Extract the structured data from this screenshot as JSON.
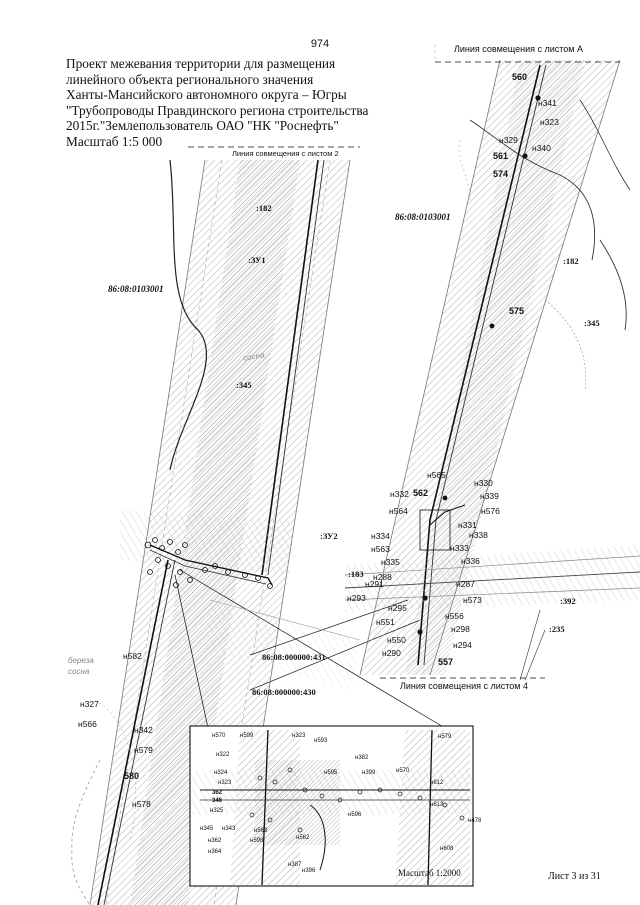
{
  "page_number": "974",
  "title_lines": [
    "Проект межевания территории для размещения",
    "линейного объекта регионального значения",
    "Ханты-Мансийского автономного округа – Югры",
    "\"Трубопроводы Правдинского региона строительства",
    "2015г.\"Землепользователь ОАО \"НК \"Роснефть\""
  ],
  "scale": "Масштаб 1:5 000",
  "sheet_links": {
    "sheet_a": "Линия совмещения с листом А",
    "sheet_2": "Линия совмещения с листом 2",
    "sheet_4": "Линия совмещения с листом 4"
  },
  "cadastral": {
    "left": "86:08:0103001",
    "right": "86:08:0103001",
    "c431": "86:08:000000:431",
    "c430": "86:08:000000:430"
  },
  "parcels": {
    "p182_left": ":182",
    "p182_right": ":182",
    "zu1": ":ЗУ1",
    "zu2": ":ЗУ2",
    "p345_left": ":345",
    "p345_right": ":345",
    "p183": ":183",
    "p392": ":392",
    "p235": ":235"
  },
  "points": {
    "p560": "560",
    "n341": "н341",
    "n329": "н329",
    "n323": "н323",
    "p561": "561",
    "n340": "н340",
    "p574": "574",
    "p575": "575",
    "n565": "н565",
    "n330": "н330",
    "n332": "н332",
    "p562": "562",
    "n339": "н339",
    "n564": "н564",
    "n576": "н576",
    "n331": "н331",
    "n334": "н334",
    "n338": "н338",
    "n563": "н563",
    "n333": "н333",
    "n335": "н335",
    "n336": "н336",
    "n291": "н291",
    "n287": "н287",
    "n293": "н293",
    "n573": "н573",
    "n295": "н295",
    "n556": "н556",
    "n551": "н551",
    "n298": "н298",
    "n550": "н550",
    "n294": "н294",
    "n290": "н290",
    "p557": "557",
    "n582": "н582",
    "n327": "н327",
    "n566": "н566",
    "n342": "н342",
    "n579": "н579",
    "p580": "580",
    "n578": "н578",
    "n288": "н288"
  },
  "vegetation": {
    "v1": "сосна",
    "v2": "береза",
    "v3": "сосна"
  },
  "inset": {
    "scale": "Масштаб 1:2000",
    "labels": [
      "н570",
      "н599",
      "н323",
      "н322",
      "н324",
      "н323",
      "362",
      "346",
      "н325",
      "н345",
      "н343",
      "н362",
      "н364",
      "н598",
      "н387",
      "н396",
      "н563",
      "н593",
      "н562",
      "н595",
      "н382",
      "н399",
      "н596",
      "н570",
      "н612",
      "н613",
      "н478",
      "н608",
      "н579"
    ]
  },
  "footer": "Лист 3 из 31"
}
